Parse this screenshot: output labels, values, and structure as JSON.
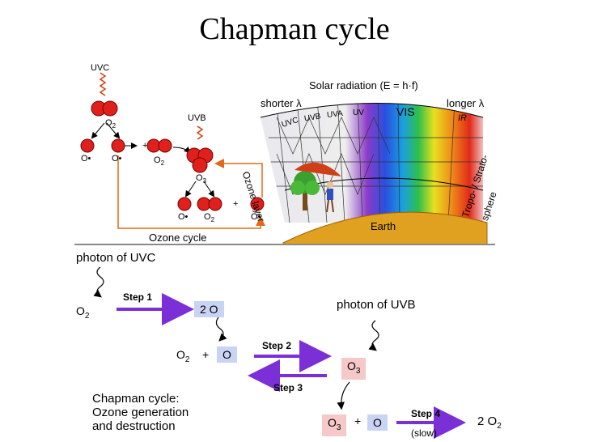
{
  "title": "Chapman cycle",
  "ozone_cycle": {
    "uvc": "UVC",
    "uvb": "UVB",
    "o2_a": "O",
    "o2_a_sub": "2",
    "o_dot_1": "O•",
    "o_dot_2": "O•",
    "plus_1": "+",
    "o2_b": "O",
    "o2_b_sub": "2",
    "o3": "O",
    "o3_sub": "3",
    "o_dot_3": "O•",
    "o2_c": "O",
    "o2_c_sub": "2",
    "plus_2": "+",
    "o_dot_4": "O•",
    "caption": "Ozone cycle"
  },
  "spectrum": {
    "header": "Solar radiation (E = h·f)",
    "shorter": "shorter λ",
    "longer": "longer λ",
    "bands": [
      "UVC",
      "UVB",
      "UVA",
      "UV",
      "VIS",
      "IR"
    ],
    "ozone_layer": "Ozone layer",
    "tropo": "Tropo- / Strato-",
    "sphere": "sphere",
    "earth": "Earth"
  },
  "steps": {
    "photon_uvc": "photon of UVC",
    "o2_start": "O",
    "o2_start_sub": "2",
    "step1": "Step 1",
    "two_o": "2 O",
    "o2_mid": "O",
    "o2_mid_sub": "2",
    "plus_a": "+",
    "o_mid": "O",
    "step2": "Step 2",
    "step3": "Step 3",
    "photon_uvb": "photon of UVB",
    "o3": "O",
    "o3_sub": "3",
    "o3_final": "O",
    "o3_final_sub": "3",
    "plus_b": "+",
    "o_final": "O",
    "step4": "Step 4",
    "slow": "(slow)",
    "product": "2 O",
    "product_sub": "2",
    "caption_lines": [
      "Chapman cycle:",
      "Ozone generation",
      "and  destruction"
    ]
  },
  "colors": {
    "atom": "#e0201c",
    "arrow": "#7b2fd6",
    "orange_arrow": "#e06a18",
    "blue_box": "#c9d3f3",
    "pink_box": "#f6c8c8"
  }
}
